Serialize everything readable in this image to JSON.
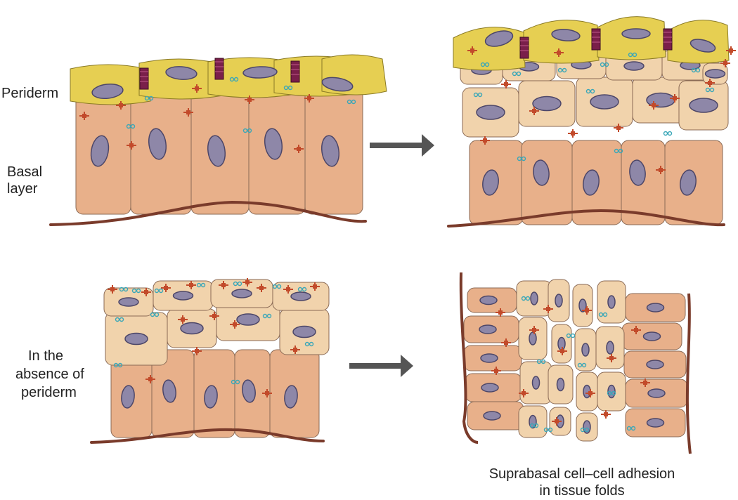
{
  "labels": {
    "periderm": "Periderm",
    "basal_line1": "Basal",
    "basal_line2": "layer",
    "absence_line1": "In the",
    "absence_line2": "absence of",
    "absence_line3": "periderm",
    "caption_line1": "Suprabasal cell–cell adhesion",
    "caption_line2": "in tissue folds"
  },
  "colors": {
    "basal_fill": "#e8b08a",
    "suprabasal_fill": "#f1d3ac",
    "periderm_fill": "#e6cf52",
    "nucleus_fill": "#8e87a8",
    "basement_membrane": "#7a3b2b",
    "junction_marker": "#7a1f4a",
    "desmosome": "#c24a2a",
    "adherens": "#3aa7b8",
    "arrow": "#555555"
  }
}
